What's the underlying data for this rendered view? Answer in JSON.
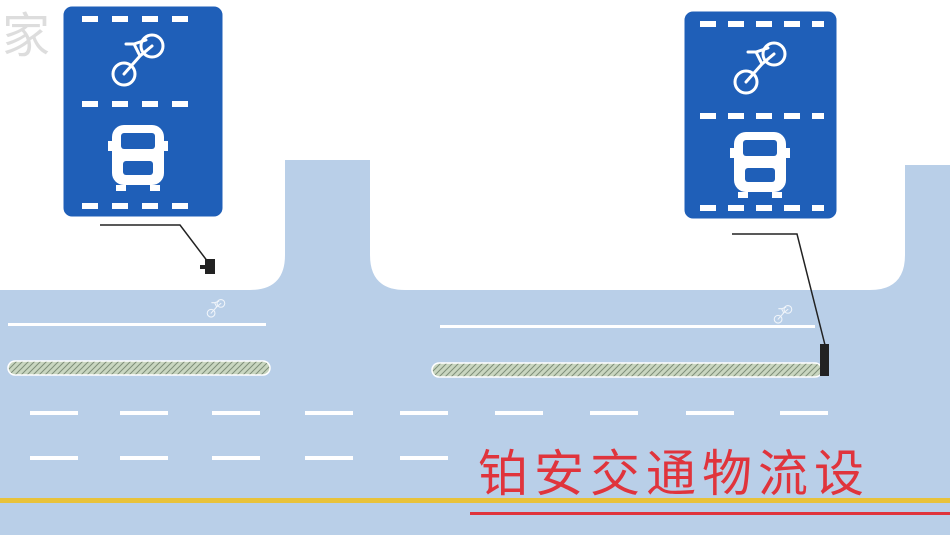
{
  "scene": {
    "colors": {
      "background": "#ffffff",
      "road": "#b9cfe8",
      "sign_blue": "#1f5fb8",
      "sign_border": "#ffffff",
      "lane_marking": "#ffffff",
      "median_fill": "#c9d6c0",
      "center_line": "#e8c23a",
      "pole": "#222222",
      "watermark": "#e0343c"
    },
    "signs": [
      {
        "name": "left-lane-sign",
        "symbols": [
          "bicycle-icon",
          "car-icon"
        ]
      },
      {
        "name": "right-lane-sign",
        "symbols": [
          "bicycle-icon",
          "car-icon"
        ]
      }
    ],
    "watermark": {
      "text": "铂安交通物流设"
    },
    "corner_watermark": {
      "text": "家"
    }
  }
}
